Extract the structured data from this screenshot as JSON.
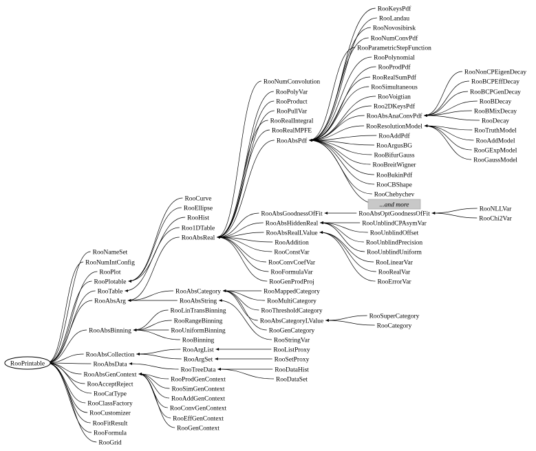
{
  "nodes": [
    {
      "id": "RooPrintable",
      "label": "RooPrintable",
      "root": true
    },
    {
      "id": "RooNameSet",
      "label": "RooNameSet"
    },
    {
      "id": "RooNumIntConfig",
      "label": "RooNumIntConfig"
    },
    {
      "id": "RooPlot",
      "label": "RooPlot"
    },
    {
      "id": "RooPlotable",
      "label": "RooPlotable"
    },
    {
      "id": "RooTable",
      "label": "RooTable"
    },
    {
      "id": "RooAbsArg",
      "label": "RooAbsArg"
    },
    {
      "id": "RooAbsBinning",
      "label": "RooAbsBinning"
    },
    {
      "id": "RooAbsCollection",
      "label": "RooAbsCollection"
    },
    {
      "id": "RooAbsData",
      "label": "RooAbsData"
    },
    {
      "id": "RooAbsGenContext",
      "label": "RooAbsGenContext"
    },
    {
      "id": "RooAcceptReject",
      "label": "RooAcceptReject"
    },
    {
      "id": "RooCatType",
      "label": "RooCatType"
    },
    {
      "id": "RooClassFactory",
      "label": "RooClassFactory"
    },
    {
      "id": "RooCustomizer",
      "label": "RooCustomizer"
    },
    {
      "id": "RooFitResult",
      "label": "RooFitResult"
    },
    {
      "id": "RooFormula",
      "label": "RooFormula"
    },
    {
      "id": "RooGrid",
      "label": "RooGrid"
    },
    {
      "id": "RooCurve",
      "label": "RooCurve"
    },
    {
      "id": "RooEllipse",
      "label": "RooEllipse"
    },
    {
      "id": "RooHist",
      "label": "RooHist"
    },
    {
      "id": "Roo1DTable",
      "label": "Roo1DTable"
    },
    {
      "id": "RooAbsReal",
      "label": "RooAbsReal"
    },
    {
      "id": "RooAbsCategory",
      "label": "RooAbsCategory"
    },
    {
      "id": "RooAbsString",
      "label": "RooAbsString"
    },
    {
      "id": "RooLinTransBinning",
      "label": "RooLinTransBinning"
    },
    {
      "id": "RooRangeBinning",
      "label": "RooRangeBinning"
    },
    {
      "id": "RooUniformBinning",
      "label": "RooUniformBinning"
    },
    {
      "id": "RooBinning",
      "label": "RooBinning"
    },
    {
      "id": "RooArgList",
      "label": "RooArgList"
    },
    {
      "id": "RooArgSet",
      "label": "RooArgSet"
    },
    {
      "id": "RooTreeData",
      "label": "RooTreeData"
    },
    {
      "id": "RooProdGenContext",
      "label": "RooProdGenContext"
    },
    {
      "id": "RooSimGenContext",
      "label": "RooSimGenContext"
    },
    {
      "id": "RooAddGenContext",
      "label": "RooAddGenContext"
    },
    {
      "id": "RooConvGenContext",
      "label": "RooConvGenContext"
    },
    {
      "id": "RooEffGenContext",
      "label": "RooEffGenContext"
    },
    {
      "id": "RooGenContext",
      "label": "RooGenContext"
    },
    {
      "id": "RooListProxy",
      "label": "RooListProxy"
    },
    {
      "id": "RooSetProxy",
      "label": "RooSetProxy"
    },
    {
      "id": "RooDataHist",
      "label": "RooDataHist"
    },
    {
      "id": "RooDataSet",
      "label": "RooDataSet"
    },
    {
      "id": "RooNumConvolution",
      "label": "RooNumConvolution"
    },
    {
      "id": "RooPolyVar",
      "label": "RooPolyVar"
    },
    {
      "id": "RooProduct",
      "label": "RooProduct"
    },
    {
      "id": "RooPullVar",
      "label": "RooPullVar"
    },
    {
      "id": "RooRealIntegral",
      "label": "RooRealIntegral"
    },
    {
      "id": "RooRealMPFE",
      "label": "RooRealMPFE"
    },
    {
      "id": "RooAbsPdf",
      "label": "RooAbsPdf"
    },
    {
      "id": "RooAbsGoodnessOfFit",
      "label": "RooAbsGoodnessOfFit"
    },
    {
      "id": "RooAbsHiddenReal",
      "label": "RooAbsHiddenReal"
    },
    {
      "id": "RooAbsRealLValue",
      "label": "RooAbsRealLValue"
    },
    {
      "id": "RooAddition",
      "label": "RooAddition"
    },
    {
      "id": "RooConstVar",
      "label": "RooConstVar"
    },
    {
      "id": "RooConvCoefVar",
      "label": "RooConvCoefVar"
    },
    {
      "id": "RooFormulaVar",
      "label": "RooFormulaVar"
    },
    {
      "id": "RooGenProdProj",
      "label": "RooGenProdProj"
    },
    {
      "id": "RooMappedCategory",
      "label": "RooMappedCategory"
    },
    {
      "id": "RooMultiCategory",
      "label": "RooMultiCategory"
    },
    {
      "id": "RooThresholdCategory",
      "label": "RooThresholdCategory"
    },
    {
      "id": "RooAbsCategoryLValue",
      "label": "RooAbsCategoryLValue"
    },
    {
      "id": "RooGenCategory",
      "label": "RooGenCategory"
    },
    {
      "id": "RooStringVar",
      "label": "RooStringVar"
    },
    {
      "id": "RooSuperCategory",
      "label": "RooSuperCategory"
    },
    {
      "id": "RooCategory",
      "label": "RooCategory"
    },
    {
      "id": "RooKeysPdf",
      "label": "RooKeysPdf"
    },
    {
      "id": "RooLandau",
      "label": "RooLandau"
    },
    {
      "id": "RooNovosibirsk",
      "label": "RooNovosibirsk"
    },
    {
      "id": "RooNumConvPdf",
      "label": "RooNumConvPdf"
    },
    {
      "id": "RooParametricStepFunction",
      "label": "RooParametricStepFunction"
    },
    {
      "id": "RooPolynomial",
      "label": "RooPolynomial"
    },
    {
      "id": "RooProdPdf",
      "label": "RooProdPdf"
    },
    {
      "id": "RooRealSumPdf",
      "label": "RooRealSumPdf"
    },
    {
      "id": "RooSimultaneous",
      "label": "RooSimultaneous"
    },
    {
      "id": "RooVoigtian",
      "label": "RooVoigtian"
    },
    {
      "id": "Roo2DKeysPdf",
      "label": "Roo2DKeysPdf"
    },
    {
      "id": "RooAbsAnaConvPdf",
      "label": "RooAbsAnaConvPdf"
    },
    {
      "id": "RooResolutionModel",
      "label": "RooResolutionModel"
    },
    {
      "id": "RooAddPdf",
      "label": "RooAddPdf"
    },
    {
      "id": "RooArgusBG",
      "label": "RooArgusBG"
    },
    {
      "id": "RooBifurGauss",
      "label": "RooBifurGauss"
    },
    {
      "id": "RooBreitWigner",
      "label": "RooBreitWigner"
    },
    {
      "id": "RooBukinPdf",
      "label": "RooBukinPdf"
    },
    {
      "id": "RooCBShape",
      "label": "RooCBShape"
    },
    {
      "id": "RooChebychev",
      "label": "RooChebychev"
    },
    {
      "id": "andMore",
      "label": "...and more",
      "more": true
    },
    {
      "id": "RooAbsOptGoodnessOfFit",
      "label": "RooAbsOptGoodnessOfFit"
    },
    {
      "id": "RooUnblindCPAsymVar",
      "label": "RooUnblindCPAsymVar"
    },
    {
      "id": "RooUnblindOffset",
      "label": "RooUnblindOffset"
    },
    {
      "id": "RooUnblindPrecision",
      "label": "RooUnblindPrecision"
    },
    {
      "id": "RooUnblindUniform",
      "label": "RooUnblindUniform"
    },
    {
      "id": "RooLinearVar",
      "label": "RooLinearVar"
    },
    {
      "id": "RooRealVar",
      "label": "RooRealVar"
    },
    {
      "id": "RooErrorVar",
      "label": "RooErrorVar"
    },
    {
      "id": "RooNLLVar",
      "label": "RooNLLVar"
    },
    {
      "id": "RooChi2Var",
      "label": "RooChi2Var"
    },
    {
      "id": "RooNonCPEigenDecay",
      "label": "RooNonCPEigenDecay"
    },
    {
      "id": "RooBCPEffDecay",
      "label": "RooBCPEffDecay"
    },
    {
      "id": "RooBCPGenDecay",
      "label": "RooBCPGenDecay"
    },
    {
      "id": "RooBDecay",
      "label": "RooBDecay"
    },
    {
      "id": "RooBMixDecay",
      "label": "RooBMixDecay"
    },
    {
      "id": "RooDecay",
      "label": "RooDecay"
    },
    {
      "id": "RooTruthModel",
      "label": "RooTruthModel"
    },
    {
      "id": "RooAddModel",
      "label": "RooAddModel"
    },
    {
      "id": "RooGExpModel",
      "label": "RooGExpModel"
    },
    {
      "id": "RooGaussModel",
      "label": "RooGaussModel"
    }
  ],
  "edges": [
    [
      "RooNameSet",
      "RooPrintable"
    ],
    [
      "RooNumIntConfig",
      "RooPrintable"
    ],
    [
      "RooPlot",
      "RooPrintable"
    ],
    [
      "RooPlotable",
      "RooPrintable"
    ],
    [
      "RooTable",
      "RooPrintable"
    ],
    [
      "RooAbsArg",
      "RooPrintable"
    ],
    [
      "RooAbsBinning",
      "RooPrintable"
    ],
    [
      "RooAbsCollection",
      "RooPrintable"
    ],
    [
      "RooAbsData",
      "RooPrintable"
    ],
    [
      "RooAbsGenContext",
      "RooPrintable"
    ],
    [
      "RooAcceptReject",
      "RooPrintable"
    ],
    [
      "RooCatType",
      "RooPrintable"
    ],
    [
      "RooClassFactory",
      "RooPrintable"
    ],
    [
      "RooCustomizer",
      "RooPrintable"
    ],
    [
      "RooFitResult",
      "RooPrintable"
    ],
    [
      "RooFormula",
      "RooPrintable"
    ],
    [
      "RooGrid",
      "RooPrintable"
    ],
    [
      "RooCurve",
      "RooPlotable"
    ],
    [
      "RooEllipse",
      "RooPlotable"
    ],
    [
      "RooHist",
      "RooPlotable"
    ],
    [
      "Roo1DTable",
      "RooTable"
    ],
    [
      "RooAbsReal",
      "RooAbsArg"
    ],
    [
      "RooAbsCategory",
      "RooAbsArg"
    ],
    [
      "RooAbsString",
      "RooAbsArg"
    ],
    [
      "RooLinTransBinning",
      "RooAbsBinning"
    ],
    [
      "RooRangeBinning",
      "RooAbsBinning"
    ],
    [
      "RooUniformBinning",
      "RooAbsBinning"
    ],
    [
      "RooBinning",
      "RooAbsBinning"
    ],
    [
      "RooArgList",
      "RooAbsCollection"
    ],
    [
      "RooArgSet",
      "RooAbsCollection"
    ],
    [
      "RooTreeData",
      "RooAbsData"
    ],
    [
      "RooProdGenContext",
      "RooAbsGenContext"
    ],
    [
      "RooSimGenContext",
      "RooAbsGenContext"
    ],
    [
      "RooAddGenContext",
      "RooAbsGenContext"
    ],
    [
      "RooConvGenContext",
      "RooAbsGenContext"
    ],
    [
      "RooEffGenContext",
      "RooAbsGenContext"
    ],
    [
      "RooGenContext",
      "RooAbsGenContext"
    ],
    [
      "RooListProxy",
      "RooArgList"
    ],
    [
      "RooSetProxy",
      "RooArgSet"
    ],
    [
      "RooDataHist",
      "RooTreeData"
    ],
    [
      "RooDataSet",
      "RooTreeData"
    ],
    [
      "RooNumConvolution",
      "RooAbsReal"
    ],
    [
      "RooPolyVar",
      "RooAbsReal"
    ],
    [
      "RooProduct",
      "RooAbsReal"
    ],
    [
      "RooPullVar",
      "RooAbsReal"
    ],
    [
      "RooRealIntegral",
      "RooAbsReal"
    ],
    [
      "RooRealMPFE",
      "RooAbsReal"
    ],
    [
      "RooAbsPdf",
      "RooAbsReal"
    ],
    [
      "RooAbsGoodnessOfFit",
      "RooAbsReal"
    ],
    [
      "RooAbsHiddenReal",
      "RooAbsReal"
    ],
    [
      "RooAbsRealLValue",
      "RooAbsReal"
    ],
    [
      "RooAddition",
      "RooAbsReal"
    ],
    [
      "RooConstVar",
      "RooAbsReal"
    ],
    [
      "RooConvCoefVar",
      "RooAbsReal"
    ],
    [
      "RooFormulaVar",
      "RooAbsReal"
    ],
    [
      "RooGenProdProj",
      "RooAbsReal"
    ],
    [
      "RooMappedCategory",
      "RooAbsCategory"
    ],
    [
      "RooMultiCategory",
      "RooAbsCategory"
    ],
    [
      "RooThresholdCategory",
      "RooAbsCategory"
    ],
    [
      "RooAbsCategoryLValue",
      "RooAbsCategory"
    ],
    [
      "RooGenCategory",
      "RooAbsCategory"
    ],
    [
      "RooStringVar",
      "RooAbsString"
    ],
    [
      "RooSuperCategory",
      "RooAbsCategoryLValue"
    ],
    [
      "RooCategory",
      "RooAbsCategoryLValue"
    ],
    [
      "RooKeysPdf",
      "RooAbsPdf"
    ],
    [
      "RooLandau",
      "RooAbsPdf"
    ],
    [
      "RooNovosibirsk",
      "RooAbsPdf"
    ],
    [
      "RooNumConvPdf",
      "RooAbsPdf"
    ],
    [
      "RooParametricStepFunction",
      "RooAbsPdf"
    ],
    [
      "RooPolynomial",
      "RooAbsPdf"
    ],
    [
      "RooProdPdf",
      "RooAbsPdf"
    ],
    [
      "RooRealSumPdf",
      "RooAbsPdf"
    ],
    [
      "RooSimultaneous",
      "RooAbsPdf"
    ],
    [
      "RooVoigtian",
      "RooAbsPdf"
    ],
    [
      "Roo2DKeysPdf",
      "RooAbsPdf"
    ],
    [
      "RooAbsAnaConvPdf",
      "RooAbsPdf"
    ],
    [
      "RooResolutionModel",
      "RooAbsPdf"
    ],
    [
      "RooAddPdf",
      "RooAbsPdf"
    ],
    [
      "RooArgusBG",
      "RooAbsPdf"
    ],
    [
      "RooBifurGauss",
      "RooAbsPdf"
    ],
    [
      "RooBreitWigner",
      "RooAbsPdf"
    ],
    [
      "RooBukinPdf",
      "RooAbsPdf"
    ],
    [
      "RooCBShape",
      "RooAbsPdf"
    ],
    [
      "RooChebychev",
      "RooAbsPdf"
    ],
    [
      "andMore",
      "RooAbsPdf"
    ],
    [
      "RooAbsOptGoodnessOfFit",
      "RooAbsGoodnessOfFit"
    ],
    [
      "RooUnblindCPAsymVar",
      "RooAbsHiddenReal"
    ],
    [
      "RooUnblindOffset",
      "RooAbsHiddenReal"
    ],
    [
      "RooUnblindPrecision",
      "RooAbsHiddenReal"
    ],
    [
      "RooUnblindUniform",
      "RooAbsHiddenReal"
    ],
    [
      "RooLinearVar",
      "RooAbsRealLValue"
    ],
    [
      "RooRealVar",
      "RooAbsRealLValue"
    ],
    [
      "RooErrorVar",
      "RooAbsRealLValue"
    ],
    [
      "RooNLLVar",
      "RooAbsOptGoodnessOfFit"
    ],
    [
      "RooChi2Var",
      "RooAbsOptGoodnessOfFit"
    ],
    [
      "RooNonCPEigenDecay",
      "RooAbsAnaConvPdf"
    ],
    [
      "RooBCPEffDecay",
      "RooAbsAnaConvPdf"
    ],
    [
      "RooBCPGenDecay",
      "RooAbsAnaConvPdf"
    ],
    [
      "RooBDecay",
      "RooAbsAnaConvPdf"
    ],
    [
      "RooBMixDecay",
      "RooAbsAnaConvPdf"
    ],
    [
      "RooDecay",
      "RooAbsAnaConvPdf"
    ],
    [
      "RooTruthModel",
      "RooResolutionModel"
    ],
    [
      "RooAddModel",
      "RooResolutionModel"
    ],
    [
      "RooGExpModel",
      "RooResolutionModel"
    ],
    [
      "RooGaussModel",
      "RooResolutionModel"
    ]
  ]
}
